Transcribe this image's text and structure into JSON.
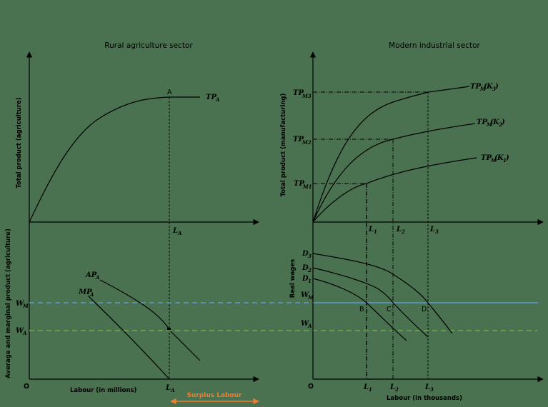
{
  "colors": {
    "background": "#4a7250",
    "ink": "#000000",
    "wage_modern": "#5b9bd5",
    "wage_agri": "#70ad47",
    "surplus": "#ed7d31"
  },
  "left_panel": {
    "title": "Rural agriculture sector",
    "top": {
      "ylabel": "Total product (agriculture)",
      "curve_label": {
        "main": "TP",
        "sub": "A"
      },
      "point_label": "A",
      "x_tick": {
        "main": "L",
        "sub": "A"
      }
    },
    "bottom": {
      "ylabel": "Average and marginal product (agriculture)",
      "xlabel": "Labour (in millions)",
      "origin": "O",
      "ap_label": {
        "main": "AP",
        "sub": "A"
      },
      "mp_label": {
        "main": "MP",
        "sub": "A"
      },
      "wm_label": {
        "main": "W",
        "sub": "M"
      },
      "wa_label": {
        "main": "W",
        "sub": "A"
      },
      "x_tick": {
        "main": "L",
        "sub": "A"
      },
      "surplus_label": "Surplus Labour"
    }
  },
  "right_panel": {
    "title": "Modern industrial sector",
    "top": {
      "ylabel": "Total product (manufacturing)",
      "levels": [
        {
          "main": "TP",
          "sub": "M3"
        },
        {
          "main": "TP",
          "sub": "M2"
        },
        {
          "main": "TP",
          "sub": "M1"
        }
      ],
      "curves": [
        {
          "main": "TP",
          "sub": "M",
          "arg": "K",
          "arg_sub": "3"
        },
        {
          "main": "TP",
          "sub": "M",
          "arg": "K",
          "arg_sub": "2"
        },
        {
          "main": "TP",
          "sub": "M",
          "arg": "K",
          "arg_sub": "1"
        }
      ],
      "x_ticks": [
        {
          "main": "L",
          "sub": "1"
        },
        {
          "main": "L",
          "sub": "2"
        },
        {
          "main": "L",
          "sub": "3"
        }
      ]
    },
    "bottom": {
      "ylabel": "Real wages",
      "xlabel": "Labour (in thousands)",
      "origin": "O",
      "demand_labels": [
        {
          "main": "D",
          "sub": "3"
        },
        {
          "main": "D",
          "sub": "2"
        },
        {
          "main": "D",
          "sub": "1"
        }
      ],
      "wm_label": {
        "main": "W",
        "sub": "M"
      },
      "wa_label": {
        "main": "W",
        "sub": "A"
      },
      "points": [
        "B",
        "C",
        "D"
      ],
      "x_ticks": [
        {
          "main": "L",
          "sub": "1"
        },
        {
          "main": "L",
          "sub": "2"
        },
        {
          "main": "L",
          "sub": "3"
        }
      ]
    }
  }
}
